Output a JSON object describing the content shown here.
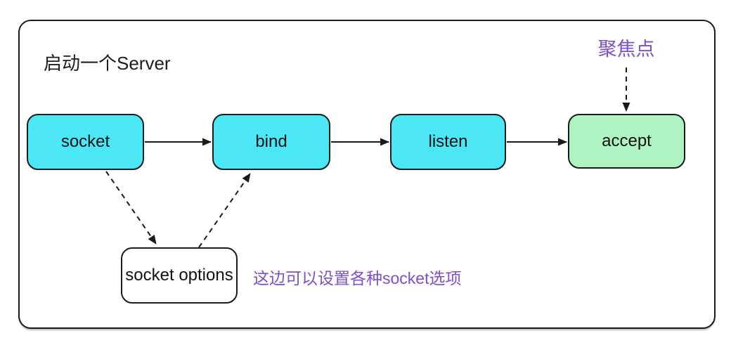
{
  "diagram": {
    "title": "启动一个Server",
    "focus_label": "聚焦点",
    "annotation": "这边可以设置各种socket选项",
    "colors": {
      "node_cyan": "#4BE7F4",
      "node_green": "#AFF3C2",
      "node_white": "#FFFFFF",
      "node_stroke": "#1A1A1A",
      "accent_purple": "#7C4FCB",
      "background": "#FFFFFF"
    },
    "nodes": [
      {
        "id": "socket",
        "label": "socket",
        "fill": "#4BE7F4"
      },
      {
        "id": "bind",
        "label": "bind",
        "fill": "#4BE7F4"
      },
      {
        "id": "listen",
        "label": "listen",
        "fill": "#4BE7F4"
      },
      {
        "id": "accept",
        "label": "accept",
        "fill": "#AFF3C2"
      },
      {
        "id": "socket_options",
        "label": "socket options",
        "fill": "#FFFFFF"
      }
    ],
    "edges": [
      {
        "from": "socket",
        "to": "bind",
        "style": "solid"
      },
      {
        "from": "bind",
        "to": "listen",
        "style": "solid"
      },
      {
        "from": "listen",
        "to": "accept",
        "style": "solid"
      },
      {
        "from": "socket",
        "to": "socket_options",
        "style": "dashed"
      },
      {
        "from": "socket_options",
        "to": "bind",
        "style": "dashed"
      },
      {
        "from": "focus_label",
        "to": "accept",
        "style": "dashed"
      }
    ]
  }
}
